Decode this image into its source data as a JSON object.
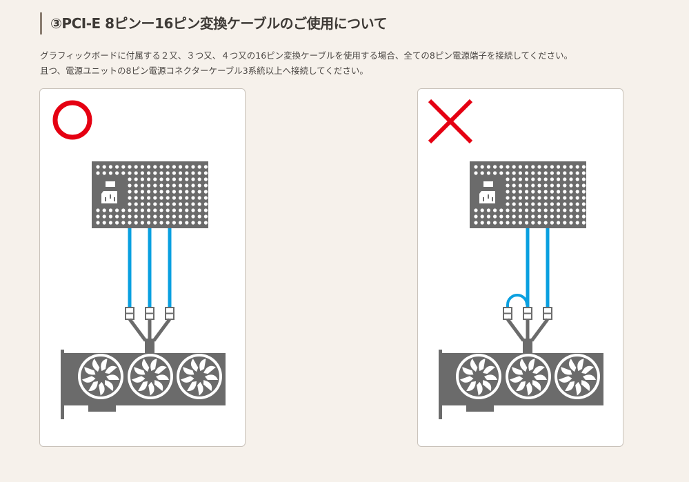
{
  "heading": "③PCI-E 8ピンー16ピン変換ケーブルのご使用について",
  "description": [
    "グラフィックボードに付属する２又、３つ又、４つ又の16ピン変換ケーブルを使用する場合、全ての8ピン電源端子を接続してください。",
    "且つ、電源ユニットの8ピン電源コネクターケーブル3系統以上へ接続してください。"
  ],
  "panels": [
    {
      "mark": "correct-circle",
      "all_connected": true
    },
    {
      "mark": "wrong-cross",
      "all_connected": false
    }
  ],
  "colors": {
    "mark_red": "#e50012",
    "cable_blue": "#0aa0e0",
    "device_gray": "#6b6b6b"
  }
}
